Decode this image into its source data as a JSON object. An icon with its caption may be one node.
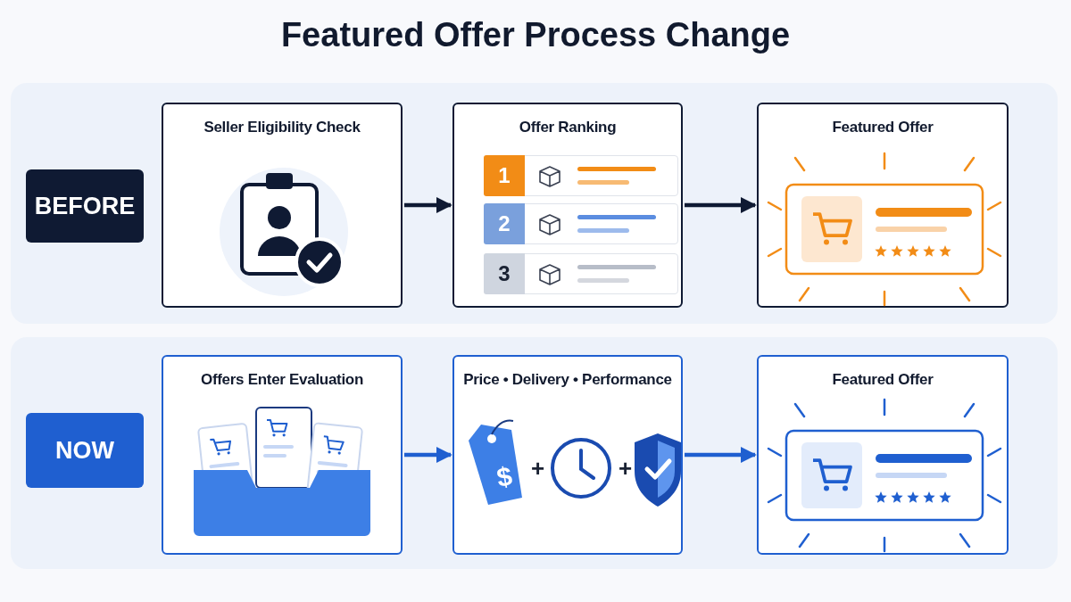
{
  "diagram": {
    "title": "Featured Offer Process Change",
    "nodes": [
      {
        "text": [
          "BEFORE"
        ]
      },
      {
        "text": [
          "Seller Eligibility Check"
        ]
      },
      {
        "text": [
          "Offer Ranking"
        ]
      },
      {
        "text": [
          "1"
        ],
        "in": 2
      },
      {
        "text": [
          "2"
        ],
        "in": 2
      },
      {
        "text": [
          "3"
        ],
        "in": 2
      },
      {
        "text": [
          "Featured Offer"
        ]
      },
      {
        "text": [
          "NOW"
        ]
      },
      {
        "text": [
          "Offers Enter Evaluation"
        ]
      },
      {
        "text": [
          "Price • Delivery • Performance"
        ]
      },
      {
        "text": [
          "Featured Offer"
        ]
      }
    ],
    "edges": [
      {
        "from": 1,
        "to": 2,
        "arrow": "to",
        "color": "#0f1a33"
      },
      {
        "from": 2,
        "to": 6,
        "arrow": "to",
        "color": "#0f1a33"
      },
      {
        "from": 8,
        "to": 9,
        "arrow": "to",
        "color": "#1f5fd0"
      },
      {
        "from": 9,
        "to": 10,
        "arrow": "to",
        "color": "#1f5fd0"
      }
    ],
    "labels": [
      "$",
      "+",
      "+"
    ]
  }
}
